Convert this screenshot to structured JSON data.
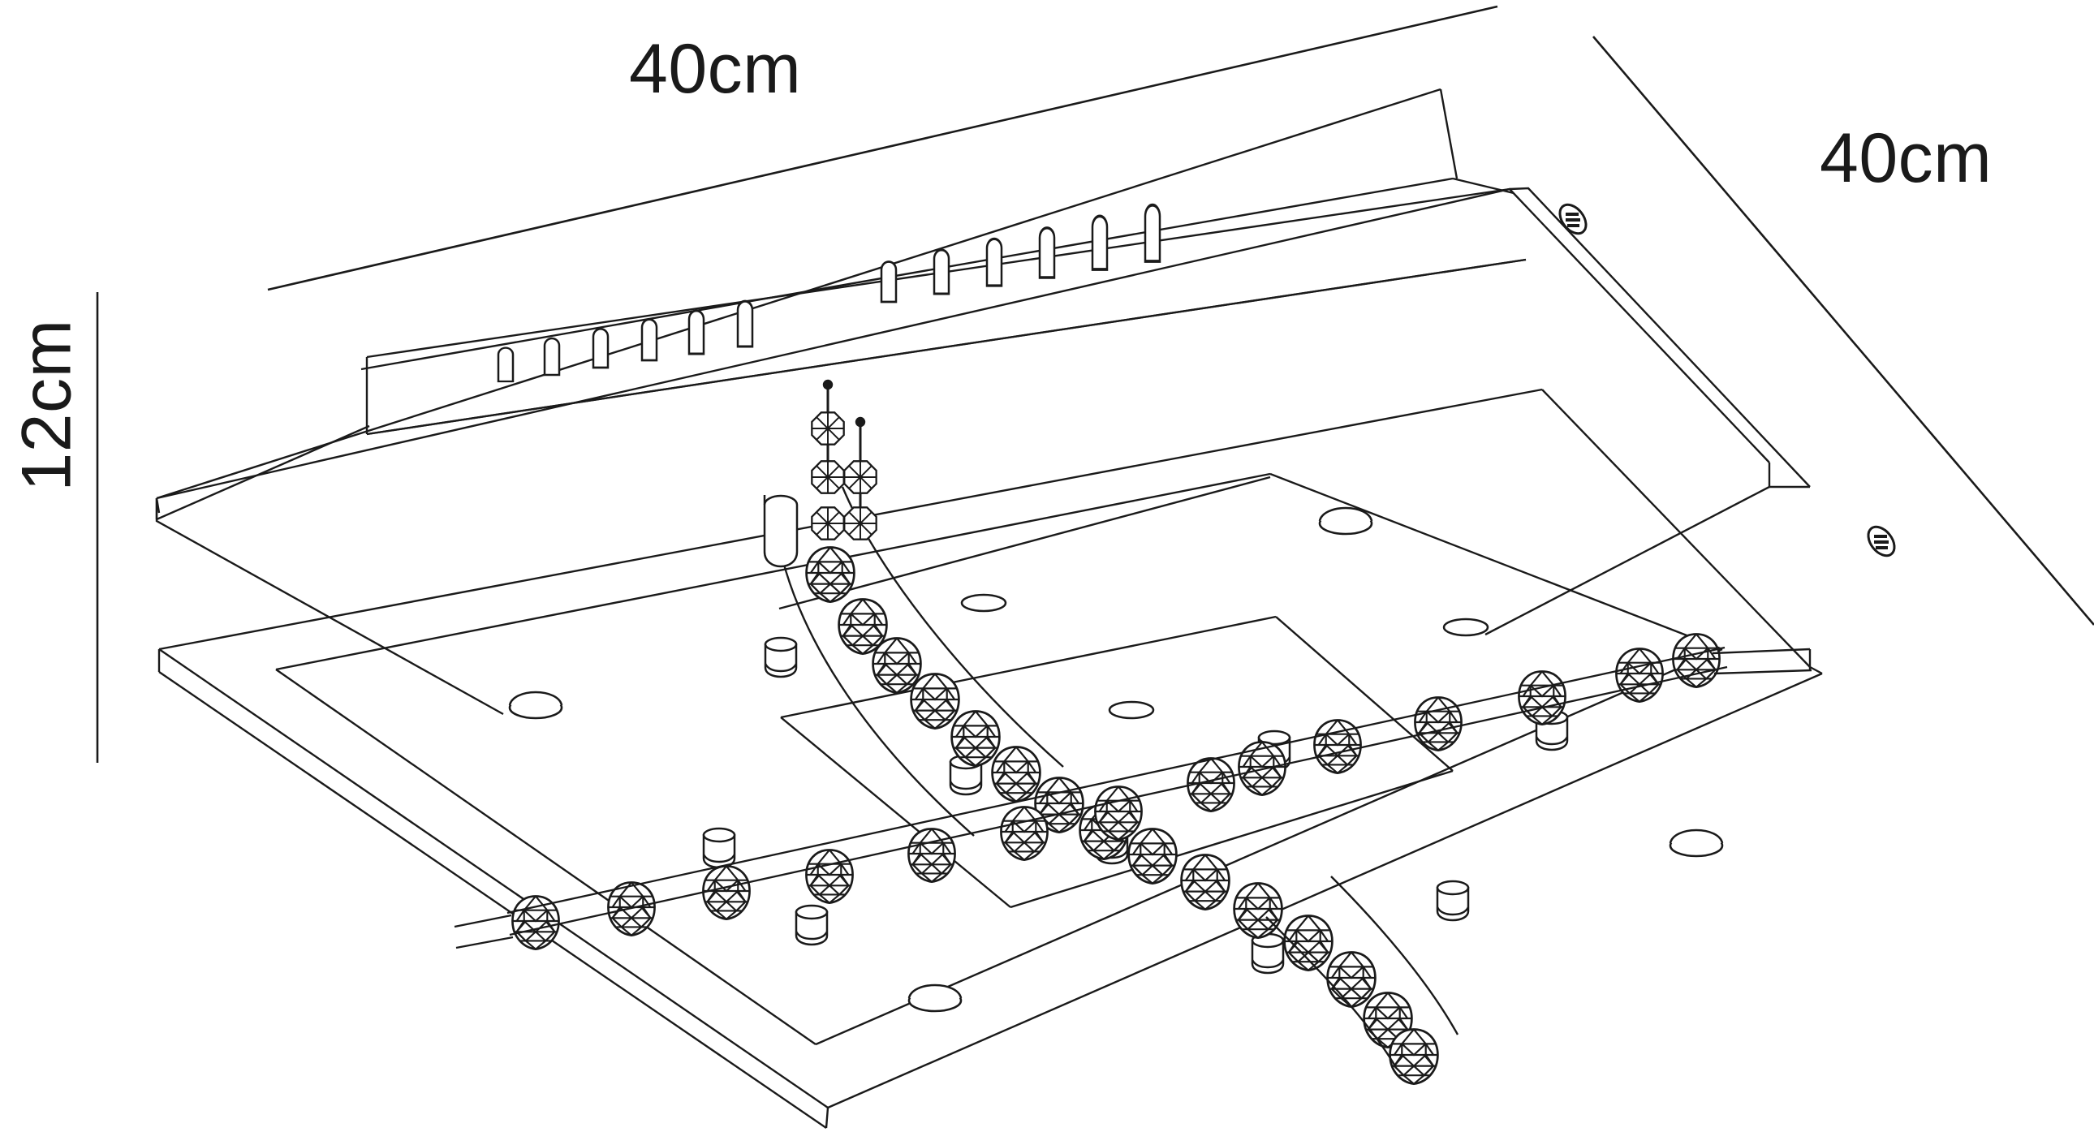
{
  "drawing": {
    "title": "Square flush-mount crystal LED ceiling light — dimensioned technical line drawing",
    "view": "isometric / axonometric exploded outline",
    "line_color": "#1a1a1a",
    "background_color": "#ffffff",
    "stroke_width": 2.4
  },
  "dimensions": {
    "top": {
      "label": "40cm",
      "value": 40,
      "unit": "cm",
      "axis": "width",
      "orientation": "horizontal"
    },
    "right": {
      "label": "40cm",
      "value": 40,
      "unit": "cm",
      "axis": "depth",
      "orientation": "diagonal"
    },
    "left": {
      "label": "12cm",
      "value": 12,
      "unit": "cm",
      "axis": "height",
      "orientation": "vertical-rotated"
    }
  },
  "components": {
    "upper_plate": {
      "name": "upper mounting plate",
      "shape": "square",
      "count": 1
    },
    "lower_plate": {
      "name": "lower diffuser plate",
      "shape": "square",
      "count": 1
    },
    "inner_panel": {
      "name": "inner recessed panel",
      "shape": "square",
      "count": 1
    },
    "heat_fins": {
      "name": "cooling fin row",
      "count": 12,
      "shape": "rounded-pin"
    },
    "led_ovals": {
      "name": "led spot oval",
      "count": 6,
      "shape": "ellipse-disc"
    },
    "spacer_cylinders": {
      "name": "spacer cylinder",
      "count": 12,
      "shape": "short-cylinder"
    },
    "crystal_beads": {
      "name": "faceted crystal bead",
      "count": 40,
      "shape": "faceted-sphere"
    },
    "bead_strands": {
      "name": "crossing crystal bead strand",
      "count": 2
    },
    "screws": {
      "name": "edge fixing screw",
      "count": 2,
      "shape": "slotted-round-head"
    },
    "finial_beads": {
      "name": "octagonal finial crystal",
      "count": 5,
      "shape": "octagon-faceted"
    }
  }
}
